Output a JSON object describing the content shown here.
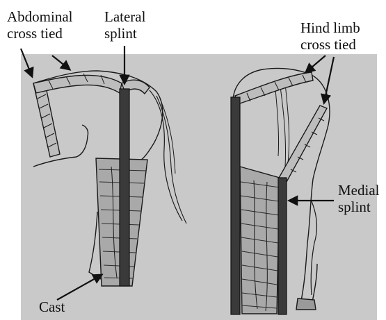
{
  "labels": {
    "abdominal_line1": "Abdominal",
    "abdominal_line2": "cross tied",
    "lateral_line1": "Lateral",
    "lateral_line2": "splint",
    "hind_line1": "Hind limb",
    "hind_line2": "cross tied",
    "medial_line1": "Medial",
    "medial_line2": "splint",
    "cast": "Cast"
  },
  "colors": {
    "paper": "#c9c9c9",
    "ink": "#1a1a1a",
    "splint": "#3a3a3a",
    "background": "#ffffff"
  }
}
